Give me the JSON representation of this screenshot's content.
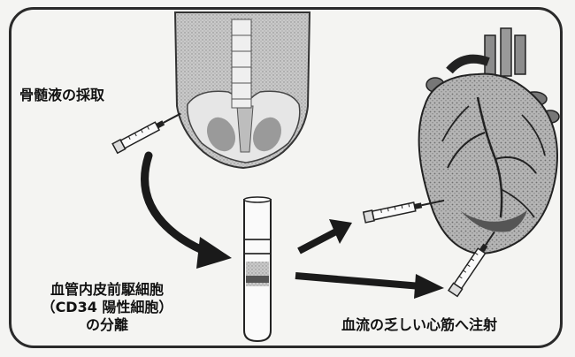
{
  "labels": {
    "bone_marrow": "骨髄液の採取",
    "separation_line1": "血管内皮前駆細胞",
    "separation_line2": "（CD34 陽性細胞）",
    "separation_line3": "の分離",
    "injection": "血流の乏しい心筋へ注射"
  },
  "icons": {
    "pelvis": "pelvis-illustration",
    "syringe": "syringe-icon",
    "test_tube": "test-tube-icon",
    "heart": "heart-illustration",
    "arrow": "arrow-icon"
  }
}
